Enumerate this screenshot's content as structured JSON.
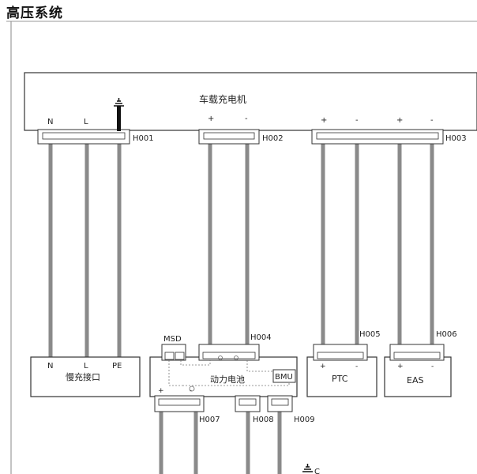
{
  "title": "高压系统",
  "charger": {
    "label": "车载充电机",
    "h001": {
      "label": "H001",
      "pins": [
        "N",
        "L"
      ]
    },
    "h002": {
      "label": "H002",
      "pins": [
        "+",
        "-"
      ]
    },
    "h003": {
      "label": "H003",
      "pins": [
        "+",
        "-",
        "+",
        "-"
      ]
    }
  },
  "slow_port": {
    "label": "慢充接口",
    "pins": [
      "N",
      "L",
      "PE"
    ]
  },
  "battery": {
    "label": "动力电池",
    "msd": "MSD",
    "bmu": "BMU",
    "h004": "H004"
  },
  "ptc": {
    "label": "PTC",
    "h005": "H005",
    "pins": [
      "+",
      "-"
    ]
  },
  "eas": {
    "label": "EAS",
    "h006": "H006",
    "pins": [
      "+",
      "-"
    ]
  },
  "bottom": {
    "h007": "H007",
    "h008": "H008",
    "h009": "H009",
    "ground_suffix": "C"
  },
  "colors": {
    "wire": "#8a8a8a",
    "line": "#333333",
    "ground": "#111111"
  }
}
